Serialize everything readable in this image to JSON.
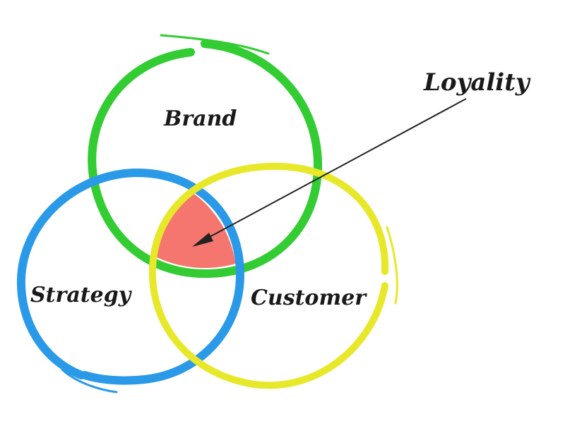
{
  "labels": {
    "brand": "Brand",
    "strategy": "Strategy",
    "customer": "Customer",
    "callout": "Loyality"
  },
  "colors": {
    "brand_circle": "#33cc33",
    "strategy_circle": "#2a9ae8",
    "customer_circle": "#e8e82a",
    "intersection": "#f4766f",
    "arrow": "#222222",
    "text": "#1a1a1a"
  }
}
